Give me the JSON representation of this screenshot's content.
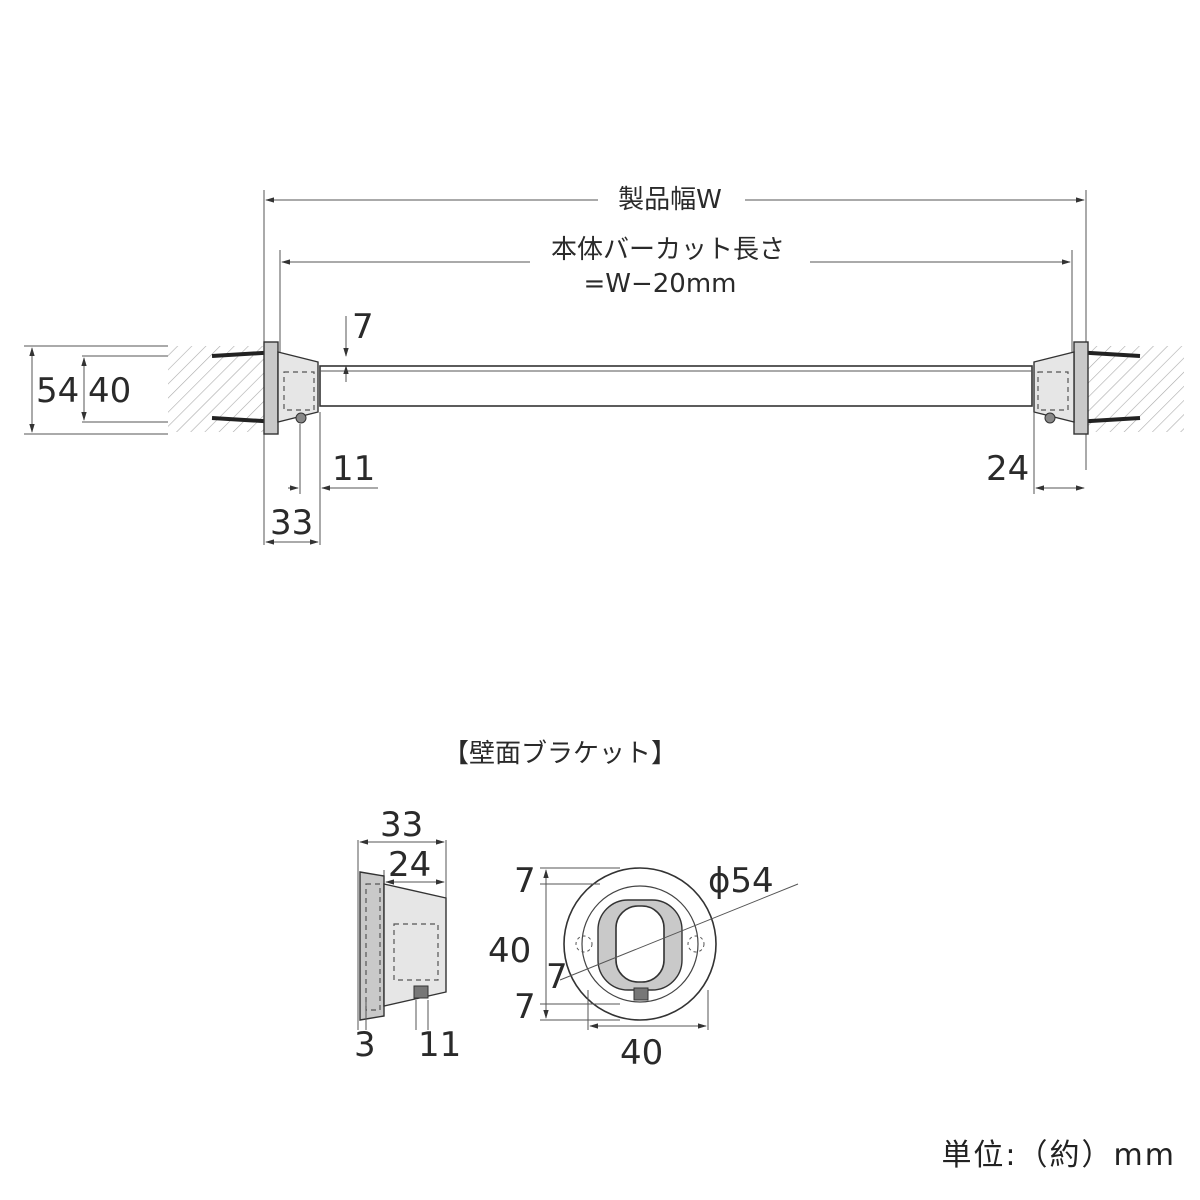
{
  "top_view": {
    "product_width": "製品幅W",
    "bar_cut_line1": "本体バーカット長さ",
    "bar_cut_line2": "=W−20mm",
    "dim_7": "7",
    "dim_54": "54",
    "dim_40": "40",
    "dim_11": "11",
    "dim_33": "33",
    "dim_24": "24"
  },
  "bracket": {
    "title": "【壁面ブラケット】",
    "side_33": "33",
    "side_24": "24",
    "side_3": "3",
    "side_11": "11",
    "front_7_top": "7",
    "front_40_left": "40",
    "front_7_mid": "7",
    "front_7_bottom": "7",
    "front_40_bottom": "40",
    "front_phi54": "ϕ54"
  },
  "unit": "単位:（約）mm"
}
